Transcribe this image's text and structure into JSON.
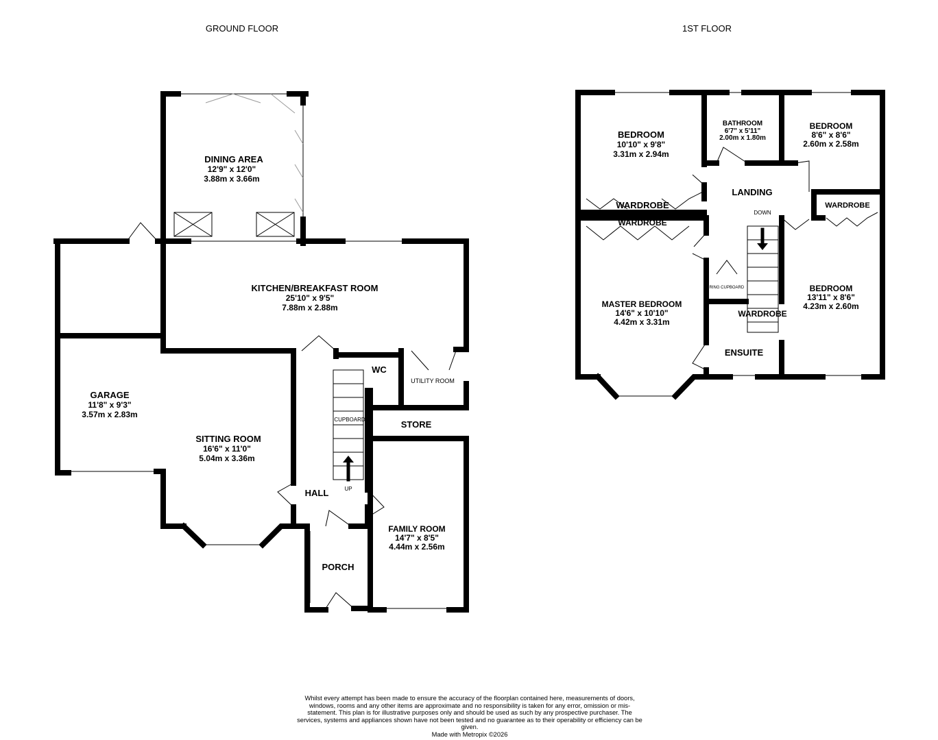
{
  "floors": {
    "ground": {
      "title": "GROUND FLOOR",
      "rooms": {
        "dining": {
          "name": "DINING AREA",
          "imperial": "12'9\"  x 12'0\"",
          "metric": "3.88m  x 3.66m"
        },
        "kitchen": {
          "name": "KITCHEN/BREAKFAST ROOM",
          "imperial": "25'10\"  x 9'5\"",
          "metric": "7.88m  x 2.88m"
        },
        "garage": {
          "name": "GARAGE",
          "imperial": "11'8\"  x 9'3\"",
          "metric": "3.57m  x 2.83m"
        },
        "sitting": {
          "name": "SITTING ROOM",
          "imperial": "16'6\"  x 11'0\"",
          "metric": "5.04m  x 3.36m"
        },
        "family": {
          "name": "FAMILY ROOM",
          "imperial": "14'7\"  x 8'5\"",
          "metric": "4.44m  x 2.56m"
        },
        "wc": {
          "name": "WC"
        },
        "utility": {
          "name": "UTILITY ROOM"
        },
        "store": {
          "name": "STORE"
        },
        "hall": {
          "name": "HALL"
        },
        "porch": {
          "name": "PORCH"
        },
        "cupboard": {
          "name": "CUPBOARD"
        },
        "up": "UP"
      }
    },
    "first": {
      "title": "1ST FLOOR",
      "rooms": {
        "bedroom1": {
          "name": "BEDROOM",
          "imperial": "10'10\"  x 9'8\"",
          "metric": "3.31m  x 2.94m"
        },
        "bathroom": {
          "name": "BATHROOM",
          "imperial": "6'7\"  x 5'11\"",
          "metric": "2.00m  x 1.80m"
        },
        "bedroom2": {
          "name": "BEDROOM",
          "imperial": "8'6\"  x 8'6\"",
          "metric": "2.60m  x 2.58m"
        },
        "bedroom3": {
          "name": "BEDROOM",
          "imperial": "13'11\"  x 8'6\"",
          "metric": "4.23m  x 2.60m"
        },
        "master": {
          "name": "MASTER BEDROOM",
          "imperial": "14'6\"  x 10'10\"",
          "metric": "4.42m  x 3.31m"
        },
        "landing": {
          "name": "LANDING"
        },
        "ensuite": {
          "name": "ENSUITE"
        },
        "airing": {
          "name": "AIRING CUPBOARD"
        },
        "wardrobe1": "WARDROBE",
        "wardrobe2": "WARDROBE",
        "wardrobe3": "WARDROBE",
        "wardrobe4": "WARDROBE",
        "down": "DOWN"
      }
    }
  },
  "disclaimer": "Whilst every attempt has been made to ensure the accuracy of the floorplan contained here, measurements of doors, windows, rooms and any other items are approximate and no responsibility is taken for any error, omission or mis-statement. This plan is for illustrative purposes only and should be used as such by any prospective purchaser. The services, systems and appliances shown have not been tested and no guarantee as to their operability or efficiency can be given.",
  "credit": "Made with Metropix ©2026"
}
